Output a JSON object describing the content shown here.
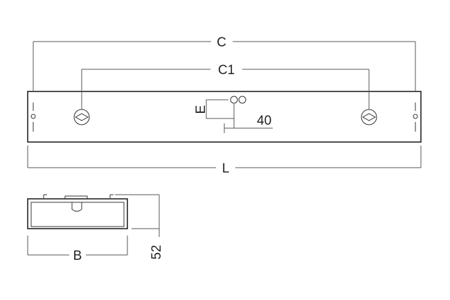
{
  "dimensions": {
    "overall_mount": "C",
    "inner_mount": "C1",
    "length": "L",
    "entry_offset": "E",
    "entry_spacing": "40",
    "width": "B",
    "height": "52"
  }
}
